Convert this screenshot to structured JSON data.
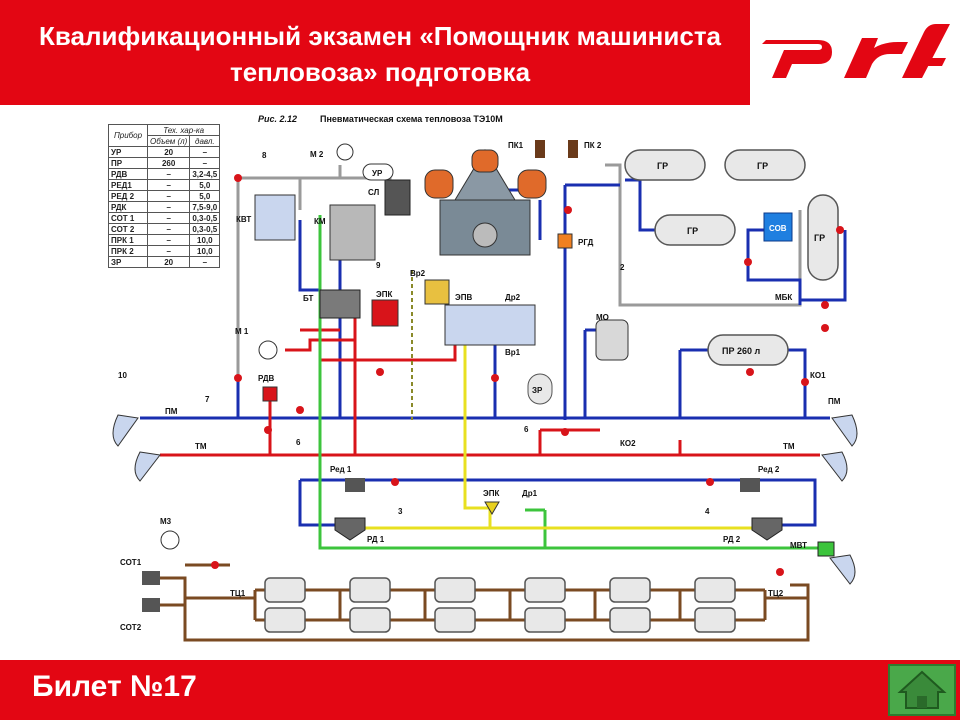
{
  "header": {
    "title": "Квалификационный экзамен «Помощник машиниста тепловоза» подготовка"
  },
  "footer": {
    "ticket_label": "Билет №17"
  },
  "colors": {
    "brand_red": "#e30613",
    "home_green": "#4aa84a",
    "line_blue": "#1a2fb0",
    "line_red": "#d8141a",
    "line_green": "#3cc43c",
    "line_yellow": "#e8e020",
    "line_gray": "#9a9a9a",
    "line_brown": "#7a4a22"
  },
  "diagram": {
    "caption_fig": "Рис. 2.12",
    "caption_title": "Пневматическая схема тепловоза ТЭ10М",
    "table": {
      "h_group": "Тех. хар-ка",
      "h_device": "Прибор",
      "h_volume": "Объем (л)",
      "h_pressure": "давл.",
      "rows": [
        [
          "УР",
          "20",
          "–"
        ],
        [
          "ПР",
          "260",
          "–"
        ],
        [
          "РДВ",
          "–",
          "3,2-4,5"
        ],
        [
          "РЕД1",
          "–",
          "5,0"
        ],
        [
          "РЕД 2",
          "–",
          "5,0"
        ],
        [
          "РДК",
          "–",
          "7,5-9,0"
        ],
        [
          "СОТ 1",
          "–",
          "0,3-0,5"
        ],
        [
          "СОТ 2",
          "–",
          "0,3-0,5"
        ],
        [
          "ПРК 1",
          "–",
          "10,0"
        ],
        [
          "ПРК 2",
          "–",
          "10,0"
        ],
        [
          "ЗР",
          "20",
          "–"
        ]
      ]
    },
    "labels": {
      "m2": "М 2",
      "ur": "УР",
      "kvt": "КВТ",
      "km": "КМ",
      "sl": "СЛ",
      "n8": "8",
      "n9": "9",
      "bt": "БТ",
      "epk": "ЭПК",
      "vr2": "Вр2",
      "epv": "ЭПВ",
      "dr2": "Др2",
      "vr1": "Вр1",
      "zr": "ЗР",
      "pk1": "ПК1",
      "pk2": "ПК 2",
      "rgd": "РГД",
      "gr": "ГР",
      "sov": "СОВ",
      "n2": "2",
      "mbk": "МБК",
      "mo": "МО",
      "pr": "ПР 260 л",
      "ko1": "КО1",
      "m1": "М 1",
      "rdv": "РДВ",
      "n10": "10",
      "n7": "7",
      "pm": "ПМ",
      "tm": "ТМ",
      "n6": "6",
      "ko2": "КО2",
      "red1": "Ред 1",
      "red2": "Ред 2",
      "n3": "3",
      "n4": "4",
      "epk2": "ЭПК",
      "dr1": "Др1",
      "rd1": "РД 1",
      "rd2": "РД 2",
      "mvt": "МВТ",
      "m3": "М3",
      "sot1": "СОТ1",
      "sot2": "СОТ2",
      "tc1": "ТЦ1",
      "tc2": "ТЦ2"
    }
  }
}
